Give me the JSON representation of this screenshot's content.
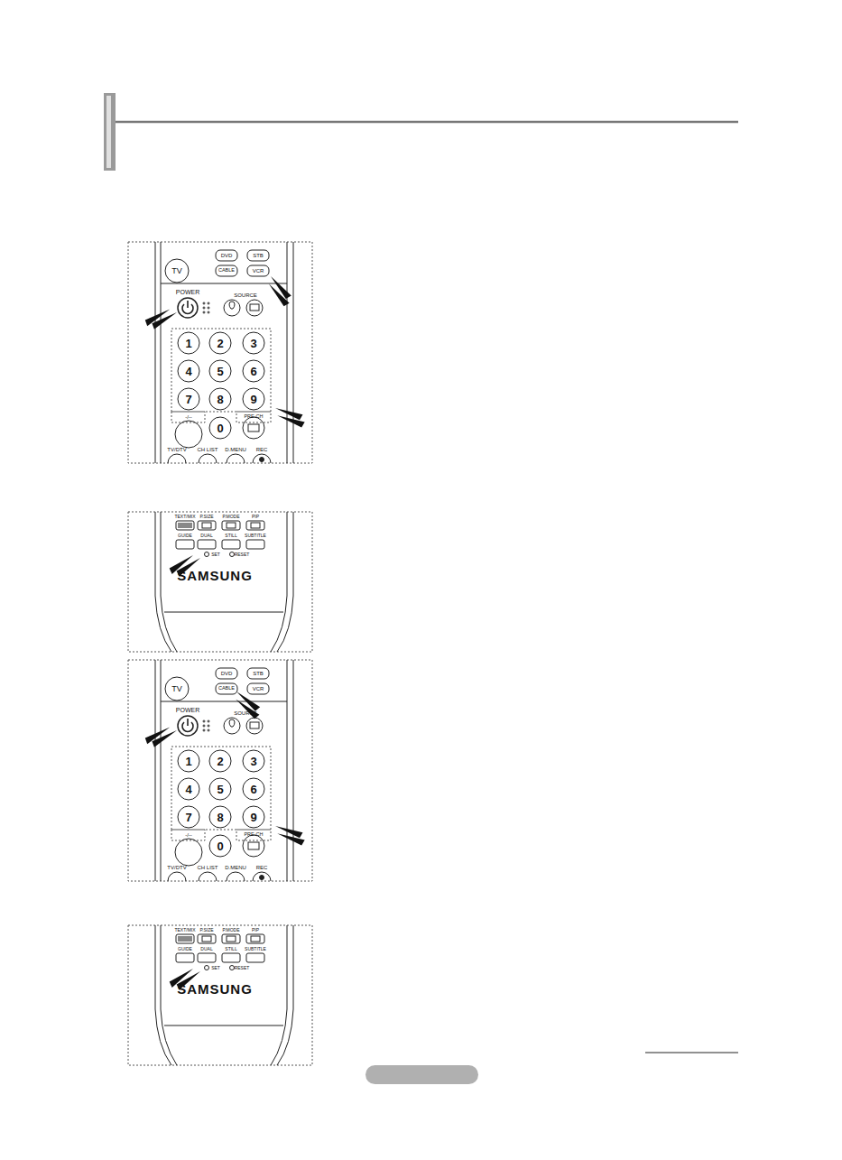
{
  "diagram": {
    "labels": [
      "TV",
      "DVD",
      "STB",
      "CABLE",
      "VCR",
      "POWER",
      "SOURCE",
      "1",
      "2",
      "3",
      "4",
      "5",
      "6",
      "7",
      "8",
      "9",
      "-/--",
      "0",
      "PRE-CH",
      "TV/DTV",
      "CH LIST",
      "D.MENU",
      "REC",
      "TEXT/MIX",
      "P.SIZE",
      "P.MODE",
      "PIP",
      "GUIDE",
      "DUAL",
      "STILL",
      "SUBTITLE",
      "SET",
      "RESET",
      "SAMSUNG",
      "TV",
      "DVD",
      "STB",
      "CABLE",
      "VCR",
      "POWER",
      "SOURCE",
      "1",
      "2",
      "3",
      "4",
      "5",
      "6",
      "7",
      "8",
      "9",
      "-/--",
      "0",
      "PRE-CH",
      "TV/DTV",
      "CH LIST",
      "D.MENU",
      "REC",
      "TEXT/MIX",
      "P.SIZE",
      "P.MODE",
      "PIP",
      "GUIDE",
      "DUAL",
      "STILL",
      "SUBTITLE",
      "SET",
      "RESET",
      "SAMSUNG"
    ]
  }
}
